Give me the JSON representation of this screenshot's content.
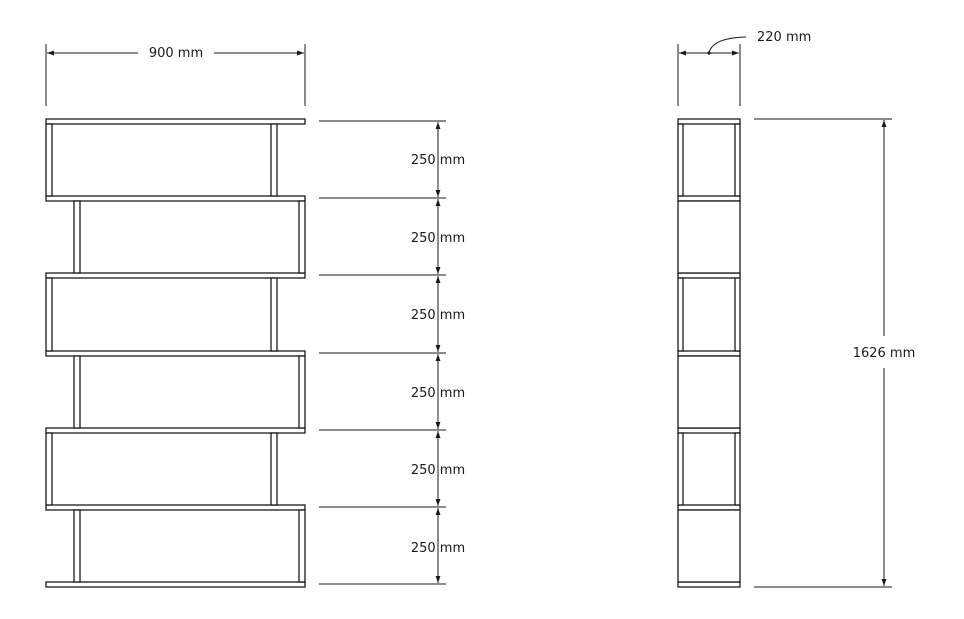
{
  "front_view": {
    "width_label": "900 mm",
    "shelf_spacing_labels": [
      "250 mm",
      "250 mm",
      "250 mm",
      "250 mm",
      "250 mm",
      "250 mm"
    ]
  },
  "side_view": {
    "depth_label": "220 mm",
    "height_label": "1626 mm"
  }
}
